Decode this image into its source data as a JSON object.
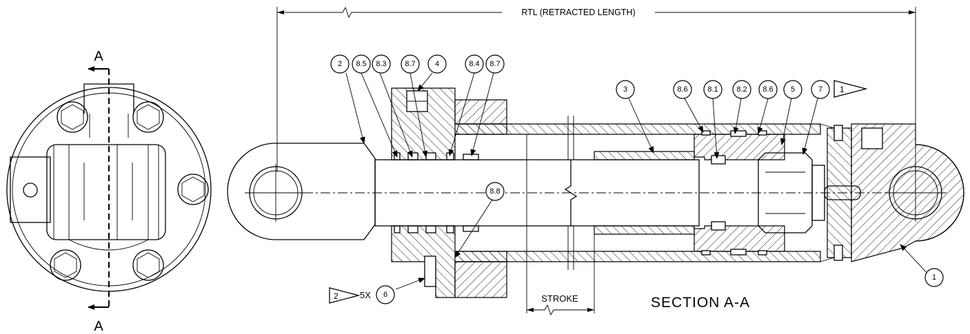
{
  "dimension": {
    "rtl_label": "RTL (RETRACTED LENGTH)",
    "stroke_label": "STROKE"
  },
  "section": {
    "view_label": "SECTION A-A",
    "cut_letter_top": "A",
    "cut_letter_bottom": "A"
  },
  "notes": {
    "flag_1": "1",
    "flag_2": "2",
    "qty_prefix": "5X"
  },
  "balloons": [
    {
      "id": "b-2",
      "text": "2"
    },
    {
      "id": "b-8-5",
      "text": "8.5"
    },
    {
      "id": "b-8-3",
      "text": "8.3"
    },
    {
      "id": "b-8-7a",
      "text": "8.7"
    },
    {
      "id": "b-4",
      "text": "4"
    },
    {
      "id": "b-8-4",
      "text": "8.4"
    },
    {
      "id": "b-8-7b",
      "text": "8.7"
    },
    {
      "id": "b-3",
      "text": "3"
    },
    {
      "id": "b-8-6a",
      "text": "8.6"
    },
    {
      "id": "b-8-1",
      "text": "8.1"
    },
    {
      "id": "b-8-2",
      "text": "8.2"
    },
    {
      "id": "b-8-6b",
      "text": "8.6"
    },
    {
      "id": "b-5",
      "text": "5"
    },
    {
      "id": "b-7",
      "text": "7"
    },
    {
      "id": "b-8-8",
      "text": "8.8"
    },
    {
      "id": "b-6",
      "text": "6"
    },
    {
      "id": "b-1",
      "text": "1"
    }
  ]
}
